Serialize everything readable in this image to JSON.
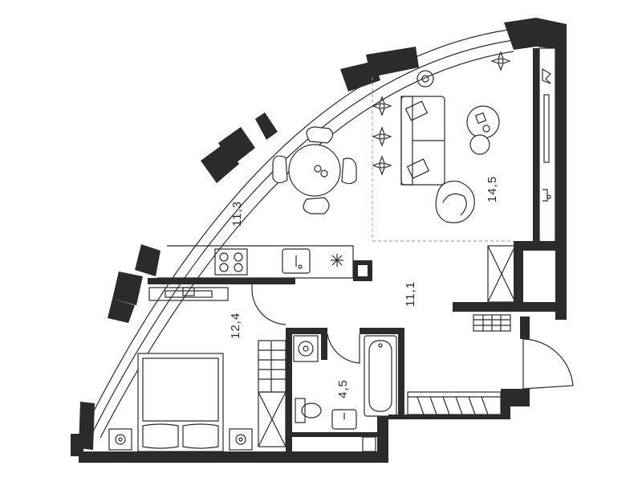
{
  "rooms": {
    "dining": {
      "area": "11,3"
    },
    "living": {
      "area": "14,5"
    },
    "hall": {
      "area": "11,1"
    },
    "bedroom": {
      "area": "12,4"
    },
    "bathroom": {
      "area": "4,5"
    }
  },
  "icons": {
    "wall_color": "#2b2b2b",
    "background": "#ffffff"
  }
}
